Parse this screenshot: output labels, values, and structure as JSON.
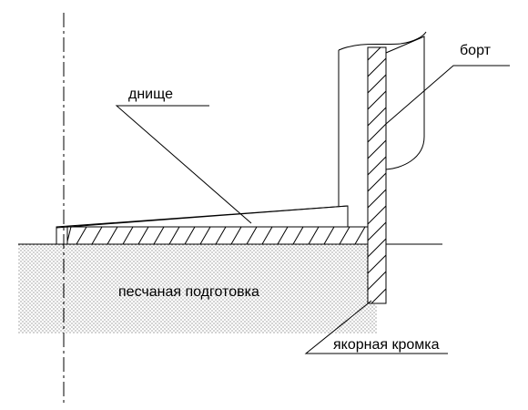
{
  "labels": {
    "wall": "борт",
    "bottom": "днище",
    "foundation": "песчаная подготовка",
    "anchor_edge": "якорная кромка"
  },
  "colors": {
    "line": "#000000",
    "sand_dots": "#555555",
    "background": "#ffffff"
  }
}
